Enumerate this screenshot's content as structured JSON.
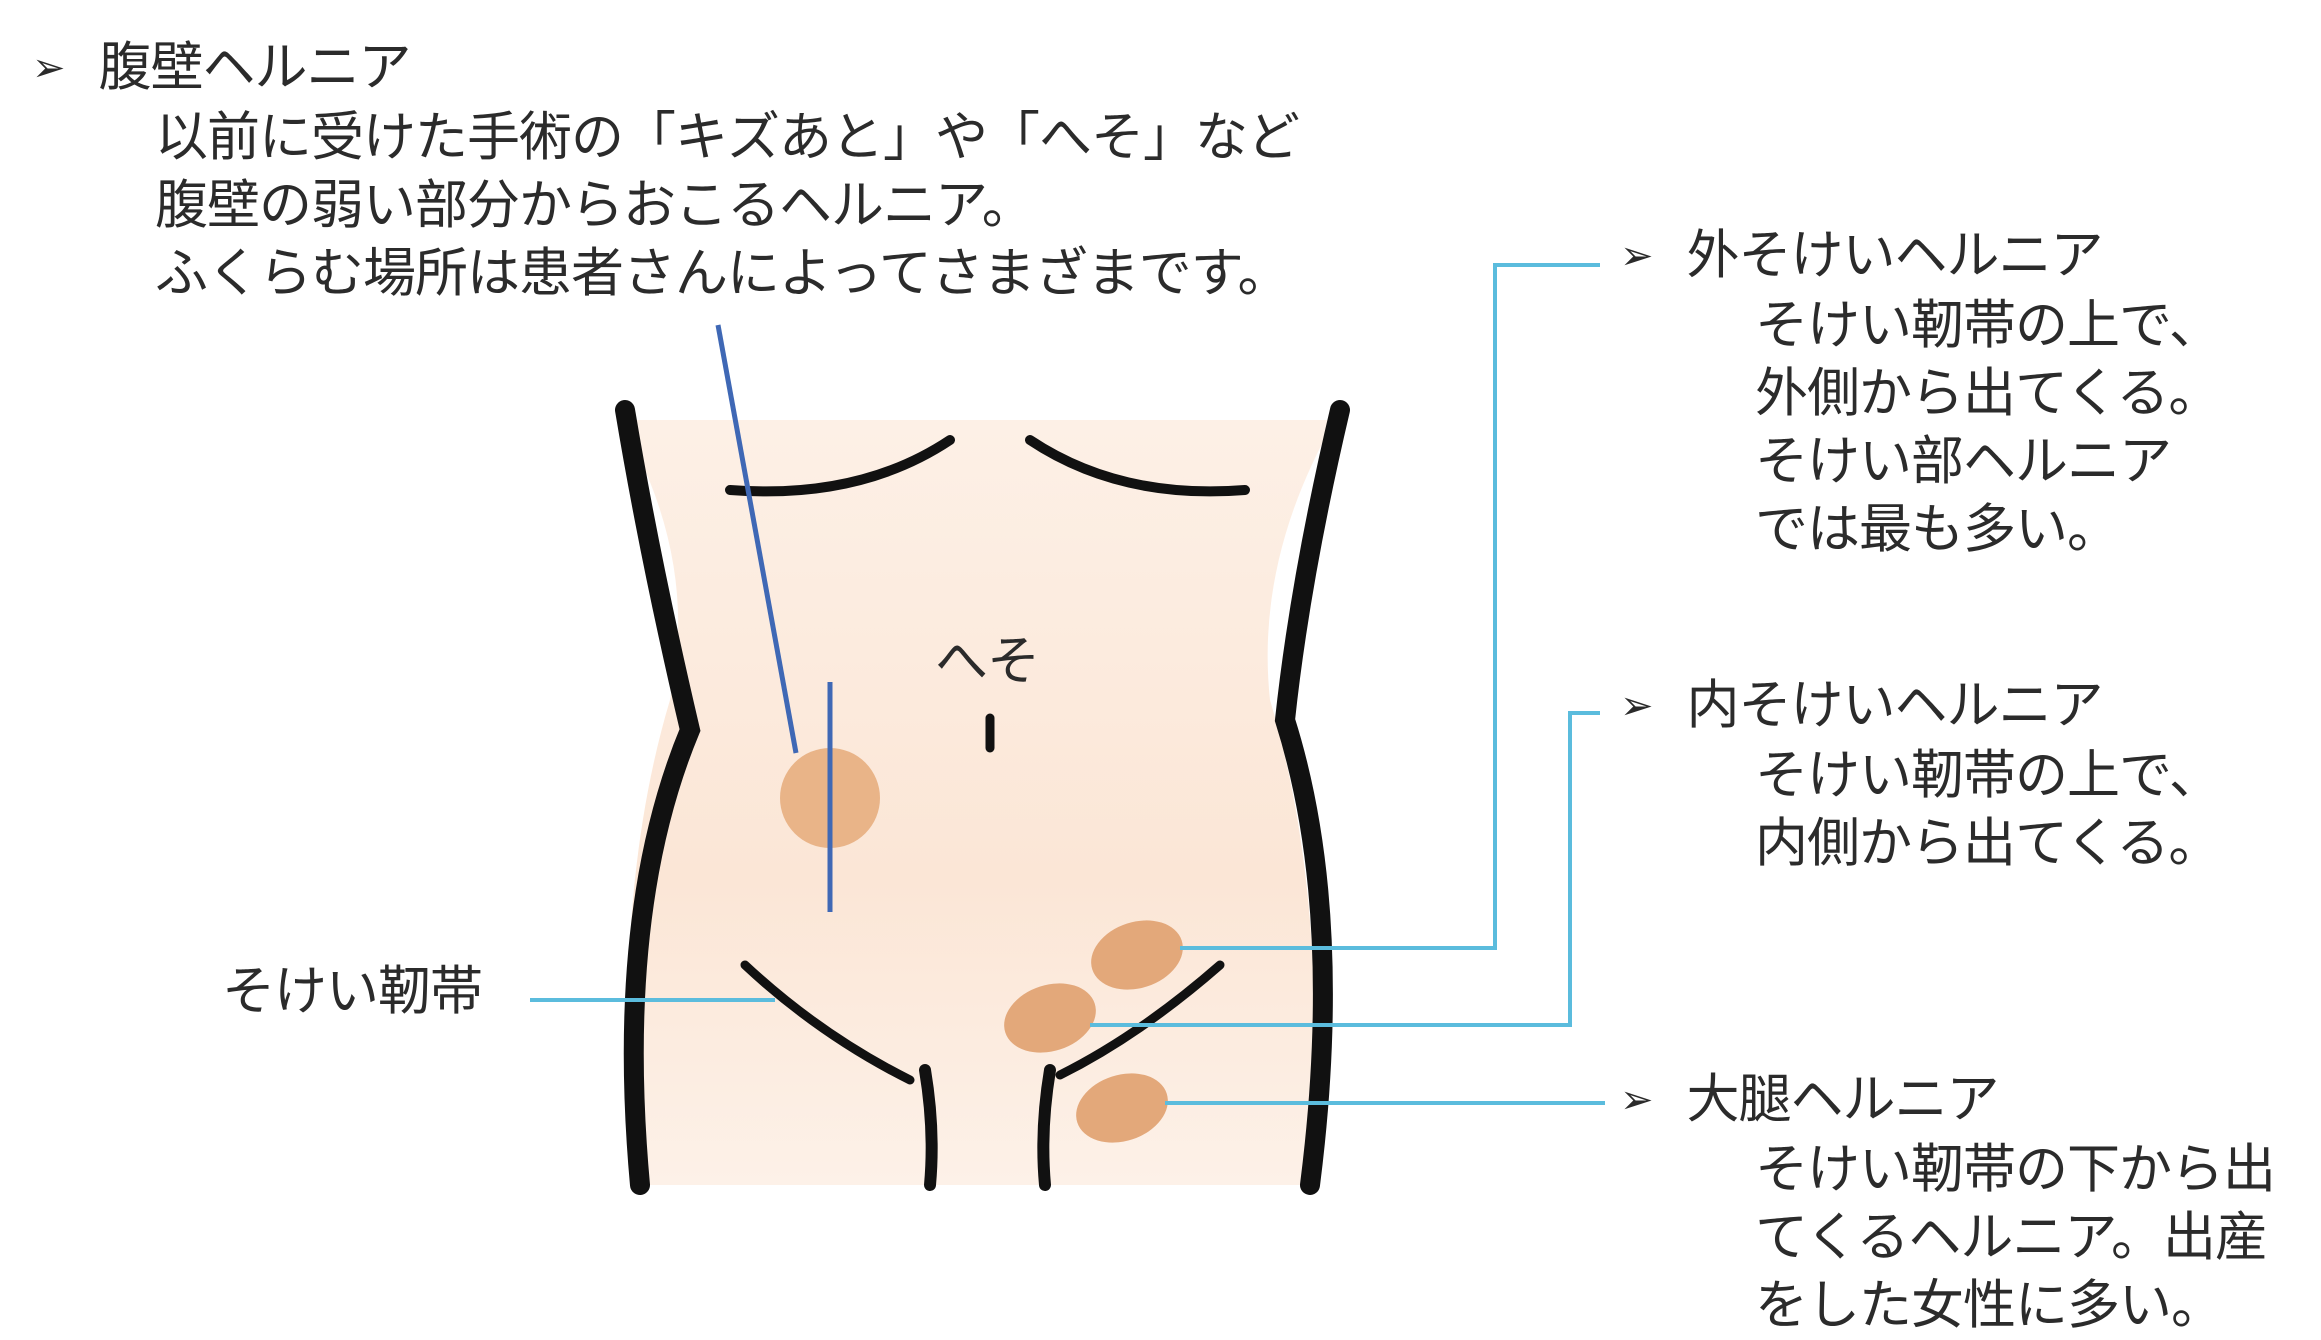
{
  "bullet": "➢",
  "ventral": {
    "title": "腹壁ヘルニア",
    "lines": [
      "以前に受けた手術の「キズあと」や「へそ」など",
      "腹壁の弱い部分からおこるヘルニア。",
      "ふくらむ場所は患者さんによってさまざまです。"
    ]
  },
  "indirect": {
    "title": "外そけいヘルニア",
    "lines": [
      "そけい靭帯の上で、",
      "外側から出てくる。",
      "そけい部ヘルニア",
      "では最も多い。"
    ]
  },
  "direct": {
    "title": "内そけいヘルニア",
    "lines": [
      "そけい靭帯の上で、",
      "内側から出てくる。"
    ]
  },
  "femoral": {
    "title": "大腿ヘルニア",
    "lines": [
      "そけい靭帯の下から出",
      "てくるヘルニア。出産",
      "をした女性に多い。"
    ]
  },
  "labels": {
    "navel": "へそ",
    "inguinal_ligament": "そけい靭帯"
  },
  "colors": {
    "skin": "#fbe9dc",
    "bulge": "#e8b184",
    "leader_light": "#5bbcdd",
    "leader_dark": "#3f68b5",
    "outline": "#111111"
  }
}
